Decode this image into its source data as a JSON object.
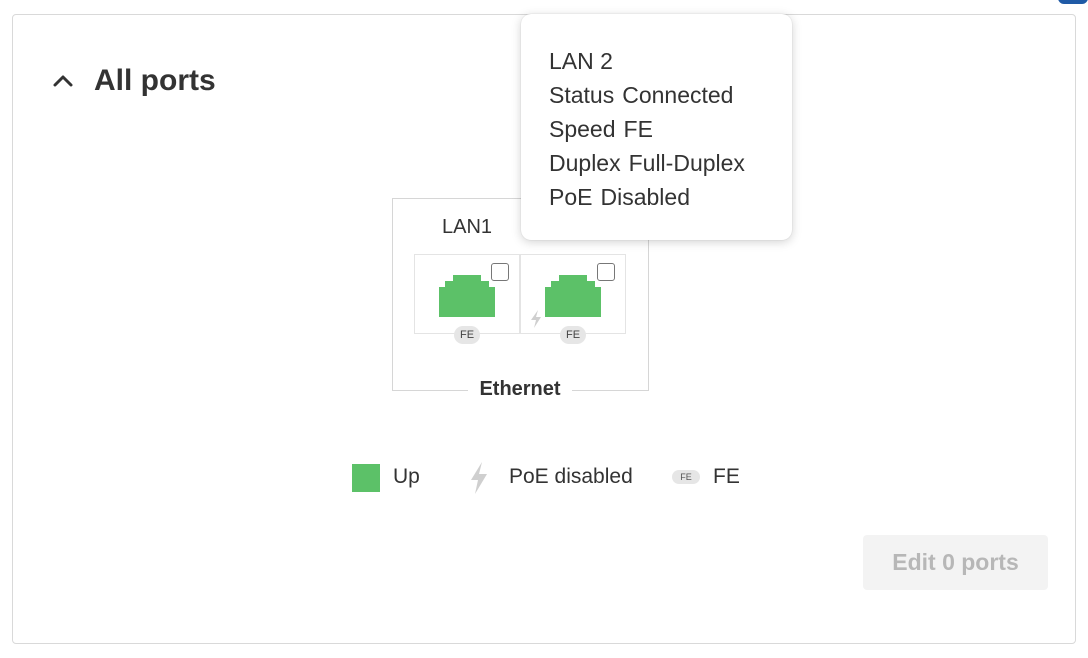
{
  "section": {
    "title": "All ports",
    "expanded": true,
    "toggle_icon": "chevron-up-icon"
  },
  "port_group": {
    "label": "Ethernet",
    "ports": [
      {
        "name": "LAN1",
        "status": "Up",
        "speed": "FE",
        "poe": false
      },
      {
        "name": "",
        "status": "Up",
        "speed": "FE",
        "poe": "disabled"
      }
    ]
  },
  "tooltip": {
    "title": "LAN 2",
    "rows": [
      {
        "key": "Status",
        "value": "Connected"
      },
      {
        "key": "Speed",
        "value": "FE"
      },
      {
        "key": "Duplex",
        "value": "Full-Duplex"
      },
      {
        "key": "PoE",
        "value": "Disabled"
      }
    ]
  },
  "legend": {
    "up": {
      "label": "Up",
      "color": "#5cc168"
    },
    "poe_disabled": {
      "label": "PoE disabled",
      "icon": "lightning-bolt-icon"
    },
    "fe": {
      "badge": "FE",
      "label": "FE"
    }
  },
  "actions": {
    "edit_label": "Edit 0 ports",
    "enabled": false
  },
  "colors": {
    "port_up": "#5cc168",
    "accent": "#1f5aa6",
    "disabled_text": "#b7b7b7"
  }
}
